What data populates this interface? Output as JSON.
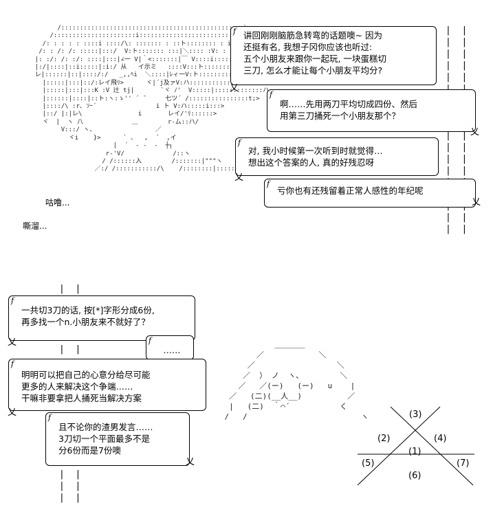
{
  "sound_effects": {
    "gulp": "咕噜...",
    "slurp": "嘶溜..."
  },
  "bubbles": [
    {
      "lines": [
        "讲回刚刚脑筋急转弯的话题噢~ 因为",
        "还挺有名, 我想子冈你应该也听过:",
        "五个小朋友来跟你一起玩, 一块蛋糕切",
        "三刀, 怎么才能让每个小朋友平均分?"
      ]
    },
    {
      "lines": [
        "啊……先用两刀平均切成四份、然后",
        "用第三刀捅死一个小朋友那个？"
      ]
    },
    {
      "lines": [
        "对, 我小时候第一次听到时就觉得…",
        "想出这个答案的人, 真的好残忍呀"
      ]
    },
    {
      "lines": [
        "亏你也有还残留着正常人感性的年纪呢"
      ]
    },
    {
      "lines": [
        "一共切3刀的话, 按[*]字形分成6份,",
        "再多找一个n.小朋友来不就好了？"
      ]
    },
    {
      "lines": [
        "……"
      ]
    },
    {
      "lines": [
        "明明可以把自己的心意分给尽可能",
        "更多的人来解决这个争端……",
        "干嘛非要拿把人捅死当解决方案"
      ]
    },
    {
      "lines": [
        "且不论你的渣男发言……",
        "3刀切一个平面最多不是",
        "分6份而是7份噢"
      ]
    }
  ],
  "diagram": {
    "regions": [
      "(1)",
      "(2)",
      "(3)",
      "(4)",
      "(5)",
      "(6)",
      "(7)"
    ]
  }
}
